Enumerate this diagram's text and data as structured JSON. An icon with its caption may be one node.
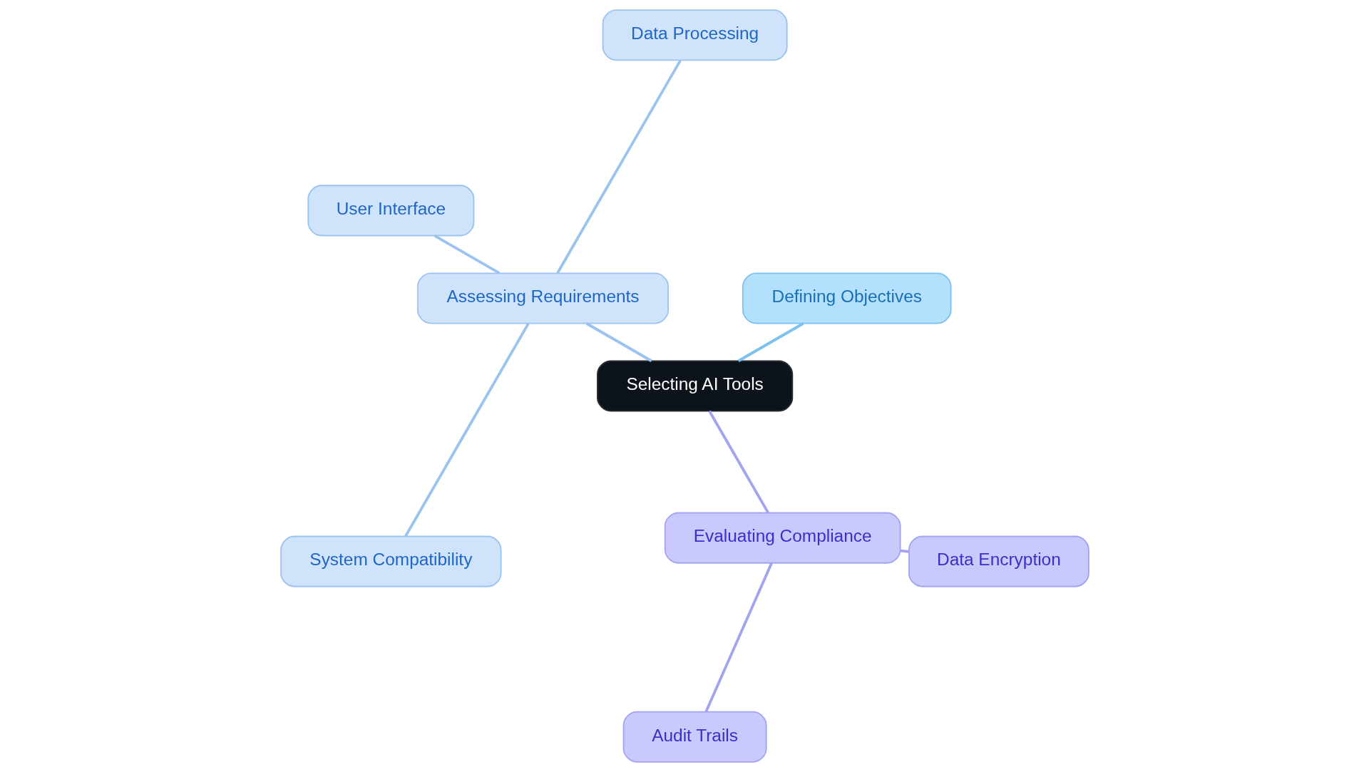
{
  "diagram": {
    "nodes": [
      {
        "text": [
          "Selecting AI Tools"
        ]
      },
      {
        "text": [
          "Defining Objectives"
        ]
      },
      {
        "text": [
          "Assessing Requirements"
        ]
      },
      {
        "text": [
          "Data Processing"
        ]
      },
      {
        "text": [
          "User Interface"
        ]
      },
      {
        "text": [
          "System Compatibility"
        ]
      },
      {
        "text": [
          "Evaluating Compliance"
        ]
      },
      {
        "text": [
          "Audit Trails"
        ]
      },
      {
        "text": [
          "Data Encryption"
        ]
      }
    ],
    "edges": [
      {
        "from": 0,
        "to": 1,
        "arrow": "none",
        "color": "#7dc1ef"
      },
      {
        "from": 0,
        "to": 2,
        "arrow": "none",
        "color": "#9cc3f0"
      },
      {
        "from": 2,
        "to": 3,
        "arrow": "none",
        "color": "#9cc3f0"
      },
      {
        "from": 2,
        "to": 4,
        "arrow": "none",
        "color": "#9cc3f0"
      },
      {
        "from": 2,
        "to": 5,
        "arrow": "none",
        "color": "#9cc3f0"
      },
      {
        "from": 0,
        "to": 6,
        "arrow": "none",
        "color": "#a3a3f2"
      },
      {
        "from": 6,
        "to": 7,
        "arrow": "none",
        "color": "#a3a3f2"
      },
      {
        "from": 6,
        "to": 8,
        "arrow": "none",
        "color": "#a3a3f2"
      }
    ]
  }
}
